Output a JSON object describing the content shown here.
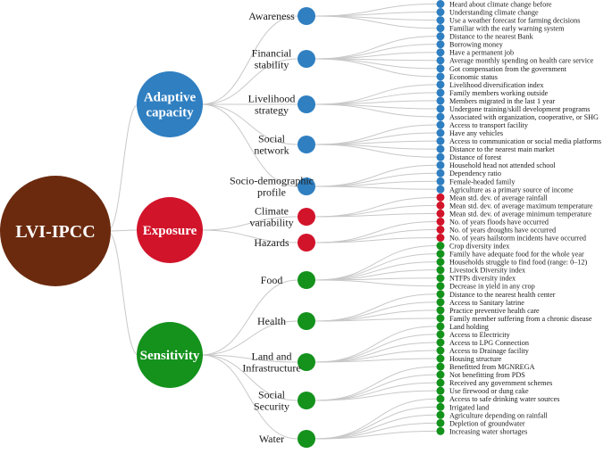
{
  "colors": {
    "root": "#6B2A0E",
    "adaptive": "#2F7FC1",
    "exposure": "#D2142B",
    "sensitivity": "#14921C",
    "edge": "#c8c8c8"
  },
  "root": {
    "label": "LVI-IPCC"
  },
  "dimensions": [
    {
      "label_lines": [
        "Adaptive",
        "capacity"
      ],
      "color_key": "adaptive",
      "components": [
        {
          "label_lines": [
            "Awareness"
          ],
          "indicators": [
            "Heard about climate change before",
            "Understanding climate change",
            "Use a weather forecast for farming decisions",
            "Familiar with the early warning system"
          ]
        },
        {
          "label_lines": [
            "Financial",
            "stability"
          ],
          "indicators": [
            "Distance to the nearest Bank",
            "Borrowing money",
            "Have a permanent job",
            "Average monthly spending on health care service",
            "Got compensation from the government",
            "Economic status"
          ]
        },
        {
          "label_lines": [
            "Livelihood",
            "strategy"
          ],
          "indicators": [
            "Livelihood diversification index",
            "Family members working outside",
            "Members migrated in the last 1 year",
            "Undergone training/skill development programs",
            "Associated with organization, cooperative, or SHG"
          ]
        },
        {
          "label_lines": [
            "Social",
            "network"
          ],
          "indicators": [
            "Access to transport facility",
            "Have any vehicles",
            "Access to communication or social media platforms",
            "Distance to the nearest main market",
            "Distance of forest"
          ]
        },
        {
          "label_lines": [
            "Socio-demographic",
            "profile"
          ],
          "indicators": [
            "Household head not attended school",
            "Dependency ratio",
            "Female-headed family",
            "Agriculture as a primary source of income"
          ]
        }
      ]
    },
    {
      "label_lines": [
        "Exposure"
      ],
      "color_key": "exposure",
      "components": [
        {
          "label_lines": [
            "Climate",
            "variability"
          ],
          "indicators": [
            "Mean std. dev. of average rainfall",
            "Mean std. dev. of average maximum temperature",
            "Mean std. dev. of average minimum temperature"
          ]
        },
        {
          "label_lines": [
            "Hazards"
          ],
          "indicators": [
            "No. of years floods have occurred",
            "No. of years droughts have occurred",
            "No. of years hailstorm incidents have occurred"
          ]
        }
      ]
    },
    {
      "label_lines": [
        "Sensitivity"
      ],
      "color_key": "sensitivity",
      "components": [
        {
          "label_lines": [
            "Food"
          ],
          "indicators": [
            "Crop diversity index",
            "Family have adequate food for the whole year",
            "Households struggle to find food (range: 0–12)",
            "Livestock Diversity index",
            "NTFPs diversity index",
            "Decrease in yield in any crop"
          ]
        },
        {
          "label_lines": [
            "Health"
          ],
          "indicators": [
            "Distance to the nearest health center",
            "Access to Sanitary latrine",
            "Practice preventive health care",
            "Family member suffering from a chronic disease"
          ]
        },
        {
          "label_lines": [
            "Land and",
            "Infrastructure"
          ],
          "indicators": [
            "Land holding",
            "Access to Electricity",
            "Access to LPG Connection",
            "Access to Drainage facility",
            "Housing structure"
          ]
        },
        {
          "label_lines": [
            "Social",
            "Security"
          ],
          "indicators": [
            "Benefitted from MGNREGA",
            "Not benefitting from PDS",
            "Received any government schemes",
            "Use firewood or dung cake"
          ]
        },
        {
          "label_lines": [
            "Water"
          ],
          "indicators": [
            "Access to safe drinking water sources",
            "Irrigated land",
            "Agriculture depending on rainfall",
            "Depletion of groundwater",
            "Increasing water shortages"
          ]
        }
      ]
    }
  ]
}
